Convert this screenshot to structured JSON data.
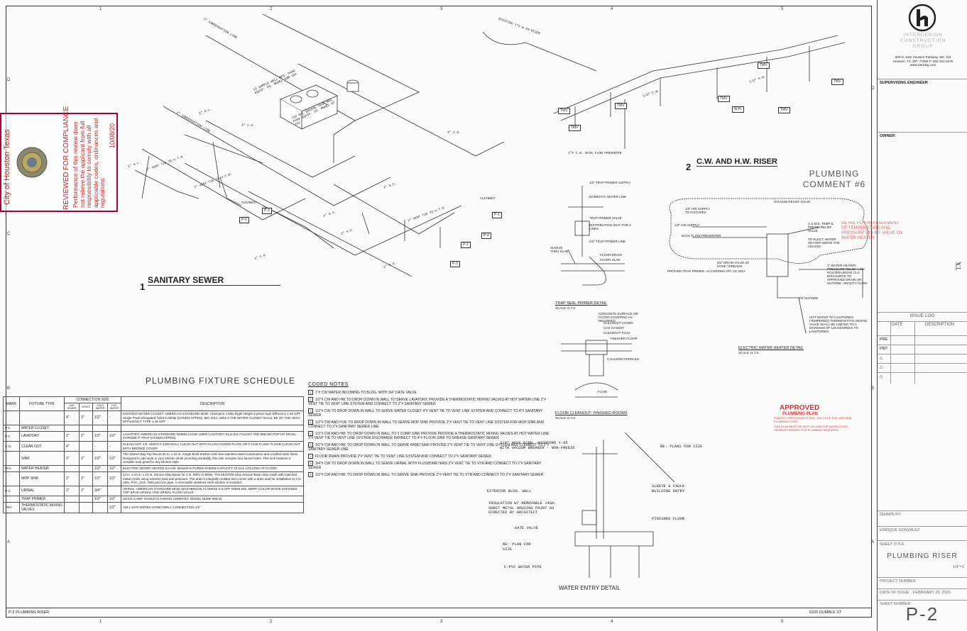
{
  "grid": {
    "columns": [
      "1",
      "2",
      "3",
      "4",
      "5"
    ],
    "rows": [
      "D",
      "C",
      "B",
      "A"
    ]
  },
  "drawings": {
    "sanitary_sewer": {
      "number": "1",
      "title": "SANITARY SEWER"
    },
    "riser": {
      "number": "2",
      "title": "C.W. AND H.W. RISER"
    },
    "trap_seal": "TRAP SEAL PRIMER DETAIL",
    "floor_cleanout": "FLOOR CLEANOUT- FINISHED ROOMS",
    "water_heater": "ELECTRIC WATER HEATER DETAIL",
    "water_entry": "WATER ENTRY DETAIL",
    "scale_nts": "SCALE: N.T.S."
  },
  "sewer_labels": {
    "condensation_top": "2\" CONDENSATION LINE",
    "condensation_mid": "2\" CONDENSATION LINE",
    "sample_well": "15 SAMPLE WELL MFG. PARK EQUIP. CO. MODEL SWB-15A",
    "grease_trap": "750 GAL GREASE TRAP MFG. PARK EQUIP. CO. MODEL GT 750",
    "vent_vtr": "2\" VENT TIE TO V.T.R.",
    "cg": "4\" C.G.",
    "ss4": "4\" S.S.",
    "ss2": "2\" S.S.",
    "gl": "2\" G.L.",
    "cleanout": "CLEANOUT"
  },
  "riser_labels": {
    "existing": "EXISTING 1\"# W CW RISER",
    "backflow": "1\"# C.W. BACK FLOW PREVENTER",
    "tmv": "TMV",
    "wh": "W.H.",
    "cw": "1/2\" C.W.",
    "hw": "1/2\" H.W."
  },
  "comment": "PLUMBING COMMENT #6",
  "trap_seal_labels": [
    "1/2\" TRAP PRIMER SUPPLY",
    "DOMESTIC WATER LINE",
    "TRAP PRIMER VALVE",
    "DISTRIBUTION UNIT, FOR 2 LINES",
    "1/2\" TRAP PRIMER LINE",
    "SLEEVE THRU SLAB",
    "FLOOR DRAIN",
    "FLOOR SLAB"
  ],
  "cleanout_labels": [
    "CONCRETE SURFACE OR FLOOR COVERING AS REQUIRED",
    "CLEANOUT COVER",
    "COX GASKET",
    "CLEANOUT PLUG",
    "FINISHED FLOOR",
    "CAULKING FERRULE",
    "FLOW"
  ],
  "heater_labels": [
    "VACUUM RELIEF VALVE",
    "1/2\" HW SUPPLY TO FIXTURES",
    "1/2\" CW SUPPLY",
    "BACK FLOW PREVENTER",
    "A.S.M.E. TEMP & PRESS. RELIEF VALVE",
    "TO ELECT. WATER HEATER ABOVE THE CEILING",
    "3/4\" DRAIN VALVE W/ HOSE THREADS",
    "PROVIDE TRAP PRIMER. ACCORDING IPC CE 2012",
    "TO OUTSIDE",
    "1\" WATER HEATER PRESSURE RELIEF LINE ROUTED ABOVE CLG. DISCHARGE TO APPROVED DRAIN OR OUTSIDE. GRAVITY FLOW.",
    "HOT WATER TO LAVATORIES (TEMPERED) THERMOSTATIC MIXING VALVE SHALL BE LIMITED TO A MAXIMUM OF 120 DEGREES TO LAVATORIES."
  ],
  "entry_labels": {
    "hose_bibb": "3/4\" HOSE BIBB, WOODFORD Y-95 WITH VACUUM BREAKER - NON-FREEZE",
    "re_plans": "RE: PLANS FOR SIZE",
    "ext_wall": "EXTERIOR BLDG. WALL",
    "sleeve": "SLEEVE & CAULK BUILDING ENTRY",
    "insulation": "INSULATION W/ REMOVABLE 14GA. SHEET METAL HOUSING PAINT AS DIRECTED BY ARCHITECT",
    "finished_floor": "FINISHED FLOOR",
    "gate_valve": "GATE VALVE",
    "re_plan_size": "RE: PLAN FOR SIZE",
    "cpvc": "C-PVC WATER PIPE"
  },
  "schedule": {
    "title": "PLUMBING FIXTURE SCHEDULE",
    "headers": {
      "mark": "MARK",
      "fixture": "FIXTURE TYPE",
      "conn": "CONNECTION SIZE",
      "san": "SAN SEWER",
      "vent": "VENTS",
      "cold": "COLD WATER",
      "hot": "HOT WATER",
      "desc": "DESCRIPTION"
    },
    "rows": [
      {
        "mark": "",
        "fixture": "",
        "san": "4\"",
        "vent": "3\"",
        "cold": "1/2\"",
        "hot": "-",
        "desc": "EXISTING WATER CLOSET: AMERICAN STANDARD MOD: Champion 4 Max Right Height 2-piece High-Efficiency 1.28 GPF Single Flush Elongated Toilet in White (HANDICAPPED). IBC 2012, 2902.3 THE WATER CLOSET SHALL BE OF THE HIGH EFFICIENCY TYPE 1.28 GPF"
      },
      {
        "mark": "P-1",
        "fixture": "WATER CLOSET",
        "san": "",
        "vent": "",
        "cold": "",
        "hot": "",
        "desc": ""
      },
      {
        "mark": "P-2",
        "fixture": "LAVATORY",
        "san": "2\"",
        "vent": "2\"",
        "cold": "1/2\"",
        "hot": "1/2\"",
        "desc": "LAVATORY: AMERICAN STANDARD WHEELCHAIR USER LAVATORY 9141.011 FAUCET AND 888.032 POP-UP DRAIN. CHROME P-TRAP (HANDICAPPED)."
      },
      {
        "mark": "C.O.",
        "fixture": "CLEAN OUT",
        "san": "4\"",
        "vent": "",
        "cold": "-",
        "hot": "-",
        "desc": "CLEAN OUT: J.R. SMITH # 4440 WALL CLEAN OUT WITH FLUSH COVER PLATE OR # 4140 FLUSH FLOOR CLEAN OUT WITH BRONZE COVER"
      },
      {
        "mark": "",
        "fixture": "SINK",
        "san": "2\"",
        "vent": "2\"",
        "cold": "1/2\"",
        "hot": "1/2\"",
        "desc": "The Glacier Bay Top Mount 25 in. x 22 in. Single Bowl Kitchen Sink has stainless-steel construction and a buffed satin finish. Designed to add style to your kitchen while providing durability, this sink includes four faucet holes. This sink features a versatile look great for any kitchen style."
      },
      {
        "mark": "W.H.",
        "fixture": "WATER HEATER",
        "san": "",
        "vent": "",
        "cold": "1/2\"",
        "hot": "1/2\"",
        "desc": "ELECTRIC WATER HEATER 5.0 KW. MANUFACTURED RHEEM CAPACITY 10 GAL LOCATED AT FLOOR."
      },
      {
        "mark": "",
        "fixture": "MOP SINK",
        "san": "2\"",
        "vent": "2\"",
        "cold": "1/2\"",
        "hot": "1/2\"",
        "desc": "24 in. x 24 in. x 10 in. Service Mop Basin for 3 in. DWV in White. The MUSTEE Mop Service Basin was made with matched metal molds using extreme heat and pressure. The drain's integrally molded and comes with a drain seal for installation to 3 in. ABS, PVC, (Sch. #80) and iron pipe. A removable stainless steel strainer is included."
      },
      {
        "mark": "P-3",
        "fixture": "URINAL",
        "san": "2\"",
        "vent": "2\"",
        "cold": "3/4\"",
        "hot": "",
        "desc": "URINAL: AMERICAN STANDARD MOD: WASHBROOK FLOWISE 0.5 GPF #6590.505 .050PF COLOR WHITE EXPOSED TOP SPUD URINAL AND URINAL FLUSH VALVE"
      },
      {
        "mark": "",
        "fixture": "TRAP PRIMER",
        "san": "",
        "vent": "",
        "cold": "1/2\"",
        "hot": "1/2\"",
        "desc": "SIOUX CHIEF MANUFACTURING COMPANY. MODEL NUM# 695-01"
      },
      {
        "mark": "TMV",
        "fixture": "THERMOSTATIC MIXING VALVES",
        "san": "",
        "vent": "",
        "cold": "",
        "hot": "1/2\"",
        "desc": "AM-1 1070 SERIES HONEYWELL CONNECTION 1/2\""
      }
    ]
  },
  "coded_notes": {
    "title": "CODED NOTES",
    "items": [
      {
        "n": "1",
        "text": "1\"# CW WATER INCOMING TO BLDG. WITH 3/4\" DATE VALVE"
      },
      {
        "n": "2",
        "text": "1/2\"# CW AND HW TO DROP DOWN IN WALL TO SERVE LAVATORY. PROVIDE A THERMOSTATIC MIXING VALVES AT HOT WATER LINE 2\"# VENT TIE TO VENT LINE SYSTEM AND CONNECT TO 2\"# SANITARY SEWER"
      },
      {
        "n": "3",
        "text": "1/2\"# CW TO DROP DOWN IN WALL TO SERVE WATER CLOSET 4\"# VENT TIE TO VENT LINE SYSTEM AND CONNECT TO 4\"# SANITARY SEWER"
      },
      {
        "n": "4",
        "text": "1/2\"# CW AND H.W. TO DROP DOWN IN WALL TO SERVE MOP SINK PROVIDE 2\"# VENT TIE TO VENT LINE SYSTEM FOR MOP SINK AND CONNECT TO 2\"# SANITARY SEWER LINE"
      },
      {
        "n": "5",
        "text": "1/2\"# CW AND HW. TO DROP DOWN IN WALL TO 3 COMP SINK PROVIDE PROVIDE A THERMOSTATIC MIXING VALVES AT HOT WATER LINE 3\"# VENT TIE TO VENT LINE SYSTEM DISCHARGE INDIRECT TO 4\"# FLOOR SINK TO GREASE SANITARY SEWER"
      },
      {
        "n": "6",
        "text": "1/2\"# CW AND HW. TO DROP DOWN IN WALL TO SERVE HAND SINK PROVIDE 2\"# VENT TIE TO VENT LINE SYSTEM AND CONNECT TO 2\"# SANITARY SEWER LINE"
      },
      {
        "n": "7",
        "text": "FLOOR DRAIN PROVIDE 2\"# VENT TIE TO VENT LINE SYSTEM AND CONNECT TO 2\"# SANITARY SEWER"
      },
      {
        "n": "8",
        "text": "3/4\"# CW TO DROP DOWN IN WALL TO SERVE URINAL WITH FLUSHOMETERS 2\"# VENT TIE TO VTR AND CONNECT TO 2\"# SANITARY SEWER"
      },
      {
        "n": "9",
        "text": "1/2\"# CW AND HW. TO DROP DOWN IN WALL TO SERVE SINK PROVIDE 2\"# VENT TIE TO VTR AND CONNECT TO 2\"# SANITARY SEWER"
      }
    ]
  },
  "stamp": {
    "city": "City of Houston Texas",
    "reviewed": "REVIEWED FOR COMPLIANCE",
    "text": "Performance of this review does not relieve the applicant from full responsibility to comply with all applicable codes, ordinances and regulations",
    "date": "10/08/20"
  },
  "approved": {
    "title": "APPROVED",
    "subtitle": "PLUMBING PLAN",
    "line1": "SUBJECT: PROVISION OF SEC. 102.2.6 OF THE UNIFORM PLUMBING CODE.",
    "line2": "THIS PLAN MUST BE KEPT ON JOB FOR INSPECTORS. SEPARATE PERMIT FOR PLUMBING REQUIRED."
  },
  "red_note": "DETAIL FOR REPLACEMENT OF TEMPERATURE AND PRESSURE RELIEF VALVE ON WATER HEATER",
  "title_block": {
    "company": "INTERDESIGN CONSTRUCTION GROUP",
    "address": "600 N. Sam Houston Parkway, Ste. 115 Houston, TX. ZIP: 77060 P: 832-422-5279 www.interdsg.com",
    "supervising": "SUPERVISING ENGINEER",
    "owner": "OWNER:",
    "tx": "TX",
    "issue_log": "ISSUE LOG",
    "date": "DATE",
    "description": "DESCRIPTION",
    "pre": "PRE",
    "pmt": "PMT",
    "drawn_by": "DRAWN BY:",
    "drawn_name": "ENRIQUE GONZALEZ",
    "sheet_title_label": "SHEET TITLE",
    "sheet_title": "PLUMBING RISER",
    "scale": "1/4\"=1'",
    "project_number": "PROJECT NUMBER",
    "date_issue_label": "DATE OF ISSUE",
    "date_issue": "FEBRUARY 25, 2020",
    "sheet_number_label": "SHEET NUMBER",
    "sheet_number": "P-2"
  },
  "footer": {
    "left": "P-2   PLUMBING RISER",
    "right": "6320 DUMBLE ST"
  }
}
